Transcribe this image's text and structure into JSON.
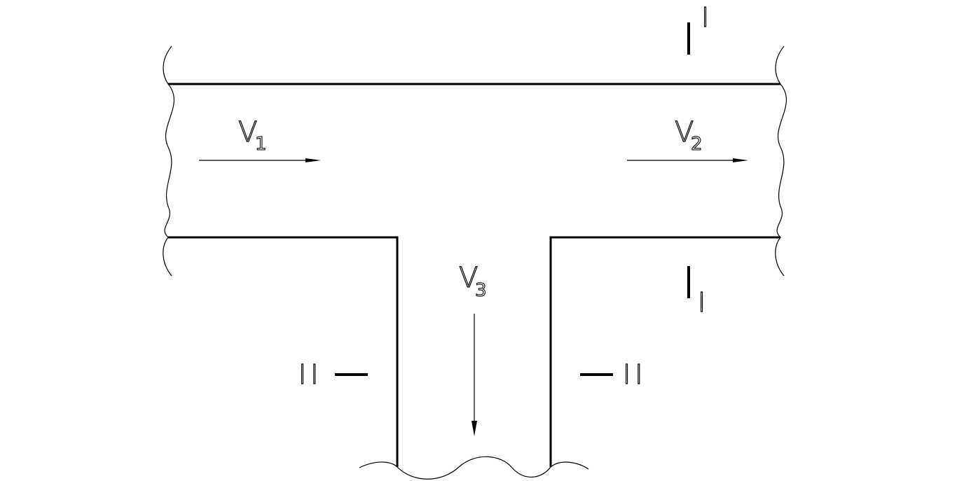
{
  "velocities": {
    "v1": {
      "letter": "V",
      "subscript": "1"
    },
    "v2": {
      "letter": "V",
      "subscript": "2"
    },
    "v3": {
      "letter": "V",
      "subscript": "3"
    }
  },
  "sections": {
    "section_1": {
      "top_label": "I",
      "bottom_label": "I"
    },
    "section_2": {
      "left_label": "II",
      "right_label": "II"
    }
  },
  "colors": {
    "line": "#000000",
    "background": "#ffffff"
  }
}
